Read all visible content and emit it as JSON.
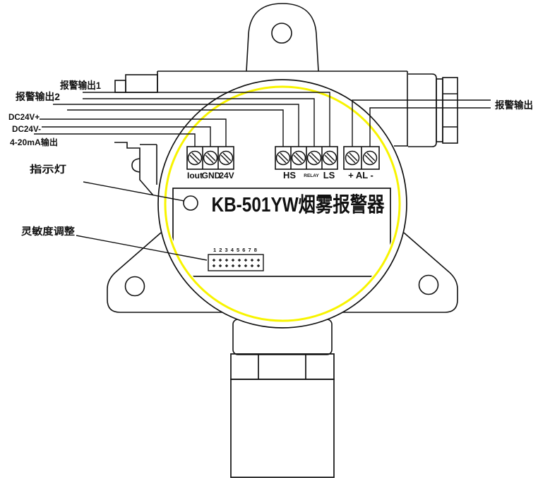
{
  "device": {
    "model_title": "KB-501YW烟雾报警器",
    "type": "smoke-alarm-wiring-diagram"
  },
  "wiring_labels": {
    "alarm_output_1": "报警输出1",
    "alarm_output_2": "报警输出2",
    "dc24v_plus": "DC24V+",
    "dc24v_minus": "DC24V-",
    "current_output": "4-20mA输出",
    "indicator_light": "指示灯",
    "sensitivity_adjust": "灵敏度调整",
    "alarm_output_right": "报警输出"
  },
  "terminals": {
    "power_block": [
      "Iout",
      "GND",
      "24V"
    ],
    "relay_block": [
      "HS",
      "RELAY",
      "LS"
    ],
    "alarm_block": "+ AL -"
  },
  "dip_switch": {
    "numbers": "1 2 3 4 5 6 7 8"
  },
  "colors": {
    "line": "#111111",
    "ring": "#f8f400",
    "background": "#ffffff"
  }
}
